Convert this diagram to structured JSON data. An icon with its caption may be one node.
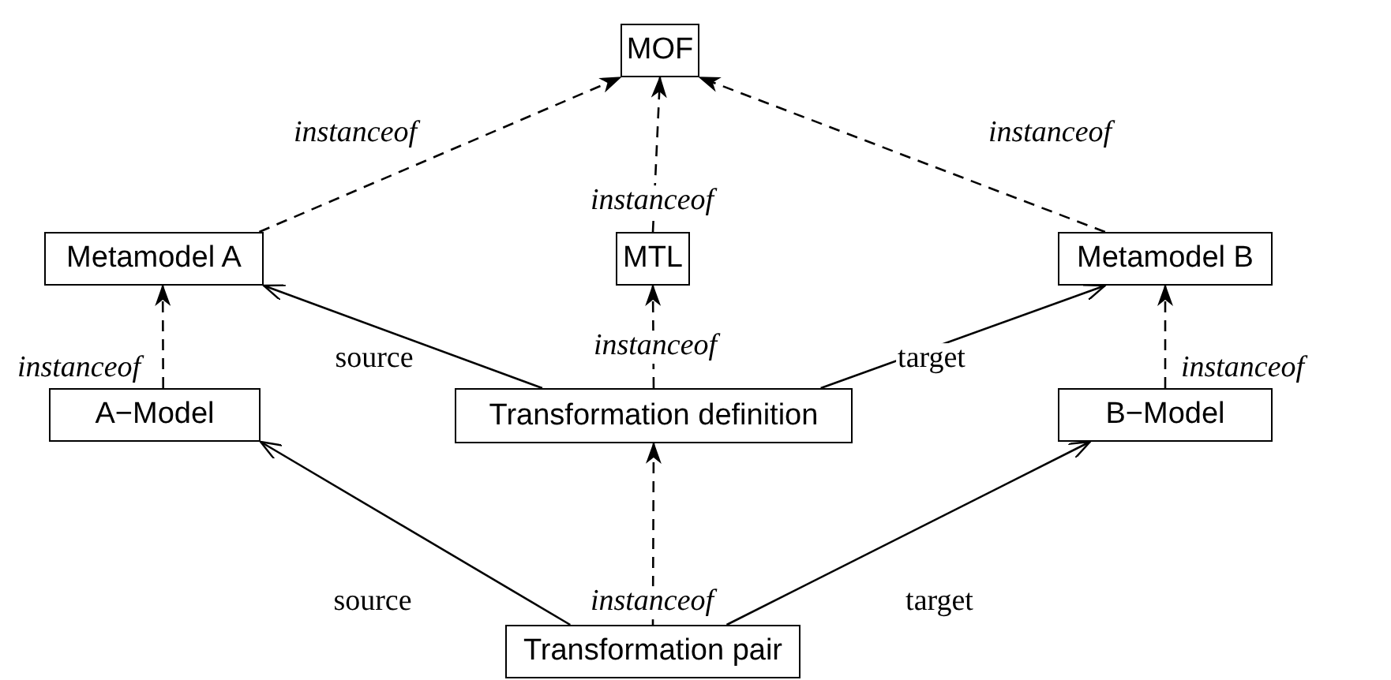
{
  "diagram": {
    "nodes": [
      {
        "text": [
          "MOF"
        ]
      },
      {
        "text": [
          "Metamodel A"
        ]
      },
      {
        "text": [
          "MTL"
        ]
      },
      {
        "text": [
          "Metamodel B"
        ]
      },
      {
        "text": [
          "A−Model"
        ]
      },
      {
        "text": [
          "Transformation definition"
        ]
      },
      {
        "text": [
          "B−Model"
        ]
      },
      {
        "text": [
          "Transformation pair"
        ]
      }
    ],
    "edges": [
      {
        "from": 1,
        "to": 0,
        "arrow": "to",
        "label": "instanceof",
        "style": "dashed"
      },
      {
        "from": 2,
        "to": 0,
        "arrow": "to",
        "label": "instanceof",
        "style": "dashed"
      },
      {
        "from": 3,
        "to": 0,
        "arrow": "to",
        "label": "instanceof",
        "style": "dashed"
      },
      {
        "from": 4,
        "to": 1,
        "arrow": "to",
        "label": "instanceof",
        "style": "dashed"
      },
      {
        "from": 5,
        "to": 2,
        "arrow": "to",
        "label": "instanceof",
        "style": "dashed"
      },
      {
        "from": 6,
        "to": 3,
        "arrow": "to",
        "label": "instanceof",
        "style": "dashed"
      },
      {
        "from": 5,
        "to": 1,
        "arrow": "to",
        "label": "source"
      },
      {
        "from": 5,
        "to": 3,
        "arrow": "to",
        "label": "target"
      },
      {
        "from": 7,
        "to": 4,
        "arrow": "to",
        "label": "source"
      },
      {
        "from": 7,
        "to": 5,
        "arrow": "to",
        "label": "instanceof",
        "style": "dashed"
      },
      {
        "from": 7,
        "to": 6,
        "arrow": "to",
        "label": "target"
      }
    ]
  }
}
